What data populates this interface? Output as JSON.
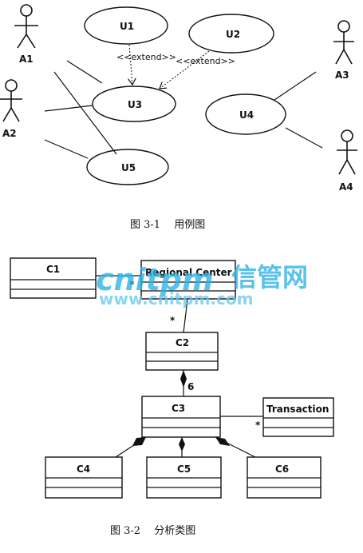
{
  "use_case_diagram": {
    "actors": [
      "A1",
      "A2",
      "A3",
      "A4"
    ],
    "use_cases": [
      "U1",
      "U2",
      "U3",
      "U4",
      "U5"
    ],
    "extend_labels": [
      "<<extend>>",
      "<<extend>>"
    ],
    "caption": "图 3-1　 用例图"
  },
  "class_diagram": {
    "classes": [
      "C1",
      "Regional Center",
      "C2",
      "C3",
      "Transaction",
      "C4",
      "C5",
      "C6"
    ],
    "multiplicities": {
      "c1_rc": "*",
      "rc_c2": "*",
      "c2_c3": "6",
      "c3_transaction": "*"
    },
    "caption": "图 3-2　 分析类图"
  },
  "watermark": {
    "brand": "cnitpm",
    "suffix": "信管网",
    "url": "www.cnitpm.com"
  }
}
